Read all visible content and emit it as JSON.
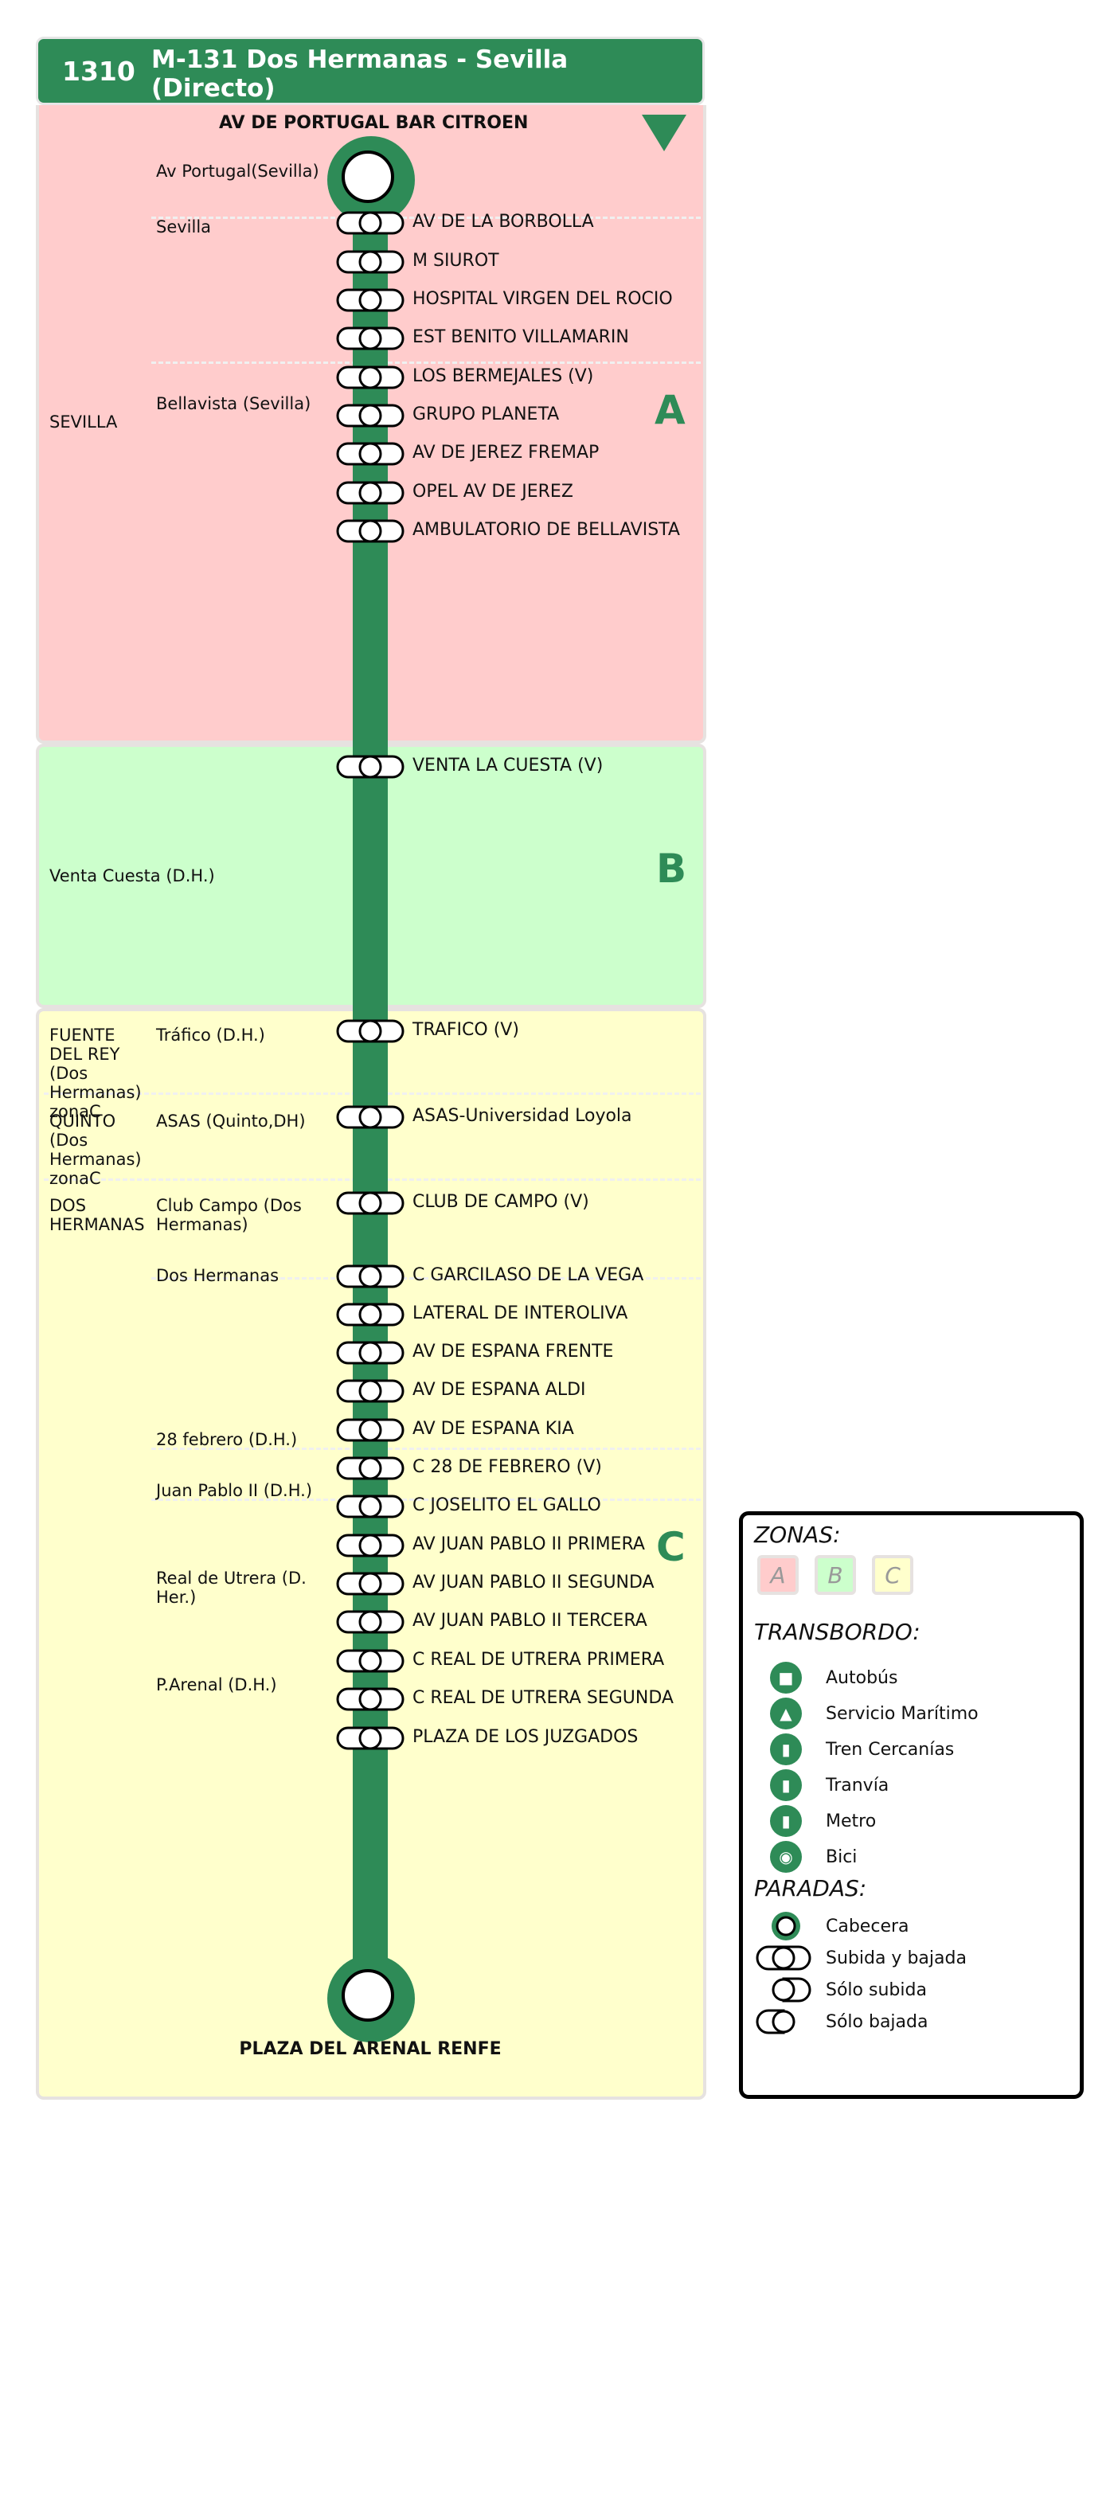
{
  "header": {
    "line_code": "1310",
    "title": "M-131 Dos Hermanas - Sevilla (Directo)"
  },
  "terminals": {
    "start": "AV DE PORTUGAL BAR CITROEN",
    "end": "PLAZA DEL ARENAL RENFE"
  },
  "zones": {
    "a": "A",
    "b": "B",
    "c": "C"
  },
  "municipalities": {
    "sevilla": "SEVILLA",
    "venta_cuesta": "Venta Cuesta (D.H.)",
    "fuente_del_rey": "FUENTE DEL REY (Dos Hermanas) zonaC",
    "quinto": "QUINTO (Dos Hermanas) zonaC",
    "dos_hermanas": "DOS HERMANAS"
  },
  "localities": {
    "av_portugal": "Av Portugal(Sevilla)",
    "sevilla": "Sevilla",
    "bellavista": "Bellavista (Sevilla)",
    "trafico": "Tráfico (D.H.)",
    "asas": "ASAS (Quinto,DH)",
    "club_campo": "Club Campo (Dos Hermanas)",
    "dos_hermanas": "Dos Hermanas",
    "28_febrero": "28 febrero (D.H.)",
    "juan_pablo": "Juan Pablo II (D.H.)",
    "real_utrera": "Real de Utrera (D. Her.)",
    "p_arenal": "P.Arenal (D.H.)"
  },
  "stops": [
    "AV DE LA BORBOLLA",
    "M SIUROT",
    "HOSPITAL VIRGEN DEL ROCIO",
    "EST BENITO VILLAMARIN",
    "LOS BERMEJALES (V)",
    "GRUPO PLANETA",
    "AV DE JEREZ FREMAP",
    "OPEL AV DE JEREZ",
    "AMBULATORIO DE BELLAVISTA",
    "VENTA LA CUESTA (V)",
    "TRAFICO (V)",
    "ASAS-Universidad Loyola",
    "CLUB DE CAMPO (V)",
    "C GARCILASO DE LA VEGA",
    "LATERAL DE INTEROLIVA",
    "AV DE ESPANA FRENTE",
    "AV DE ESPANA ALDI",
    "AV DE ESPANA KIA",
    "C 28 DE FEBRERO (V)",
    "C JOSELITO EL GALLO",
    "AV JUAN PABLO II PRIMERA",
    "AV JUAN PABLO II SEGUNDA",
    "AV JUAN PABLO II TERCERA",
    "C REAL DE UTRERA PRIMERA",
    "C REAL DE UTRERA SEGUNDA",
    "PLAZA DE LOS JUZGADOS"
  ],
  "legend": {
    "zones_title": "ZONAS:",
    "zone_chips": [
      "A",
      "B",
      "C"
    ],
    "transfer_title": "TRANSBORDO:",
    "transfers": [
      "Autobús",
      "Servicio Marítimo",
      "Tren Cercanías",
      "Tranvía",
      "Metro",
      "Bici"
    ],
    "stops_title": "PARADAS:",
    "stop_types": [
      "Cabecera",
      "Subida y bajada",
      "Sólo subida",
      "Sólo bajada"
    ]
  },
  "colors": {
    "line": "#2e8b57",
    "zone_a": "#ffcccc",
    "zone_b": "#ccffcc",
    "zone_c": "#ffffcc"
  }
}
